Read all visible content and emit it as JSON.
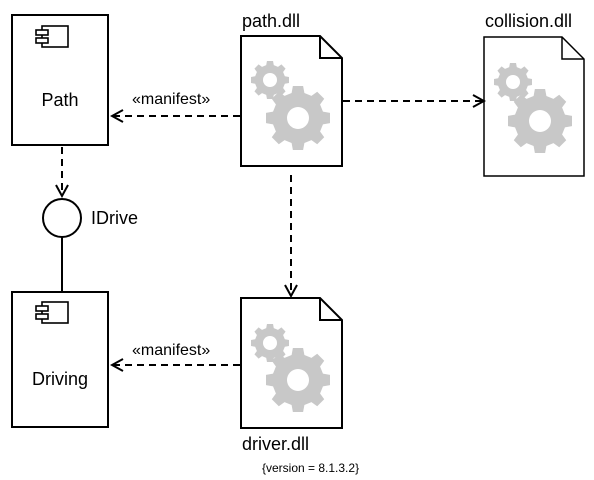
{
  "components": [
    {
      "id": "path",
      "label": "Path"
    },
    {
      "id": "driving",
      "label": "Driving"
    }
  ],
  "artifacts": [
    {
      "id": "path-dll",
      "label": "path.dll"
    },
    {
      "id": "collision-dll",
      "label": "collision.dll"
    },
    {
      "id": "driver-dll",
      "label": "driver.dll",
      "constraint": "{version = 8.1.3.2}"
    }
  ],
  "interface": {
    "label": "IDrive"
  },
  "relationships": {
    "manifest_path": "«manifest»",
    "manifest_driving": "«manifest»"
  },
  "colors": {
    "gear": "#c8c8c8",
    "line": "#000000",
    "fill": "#ffffff"
  }
}
